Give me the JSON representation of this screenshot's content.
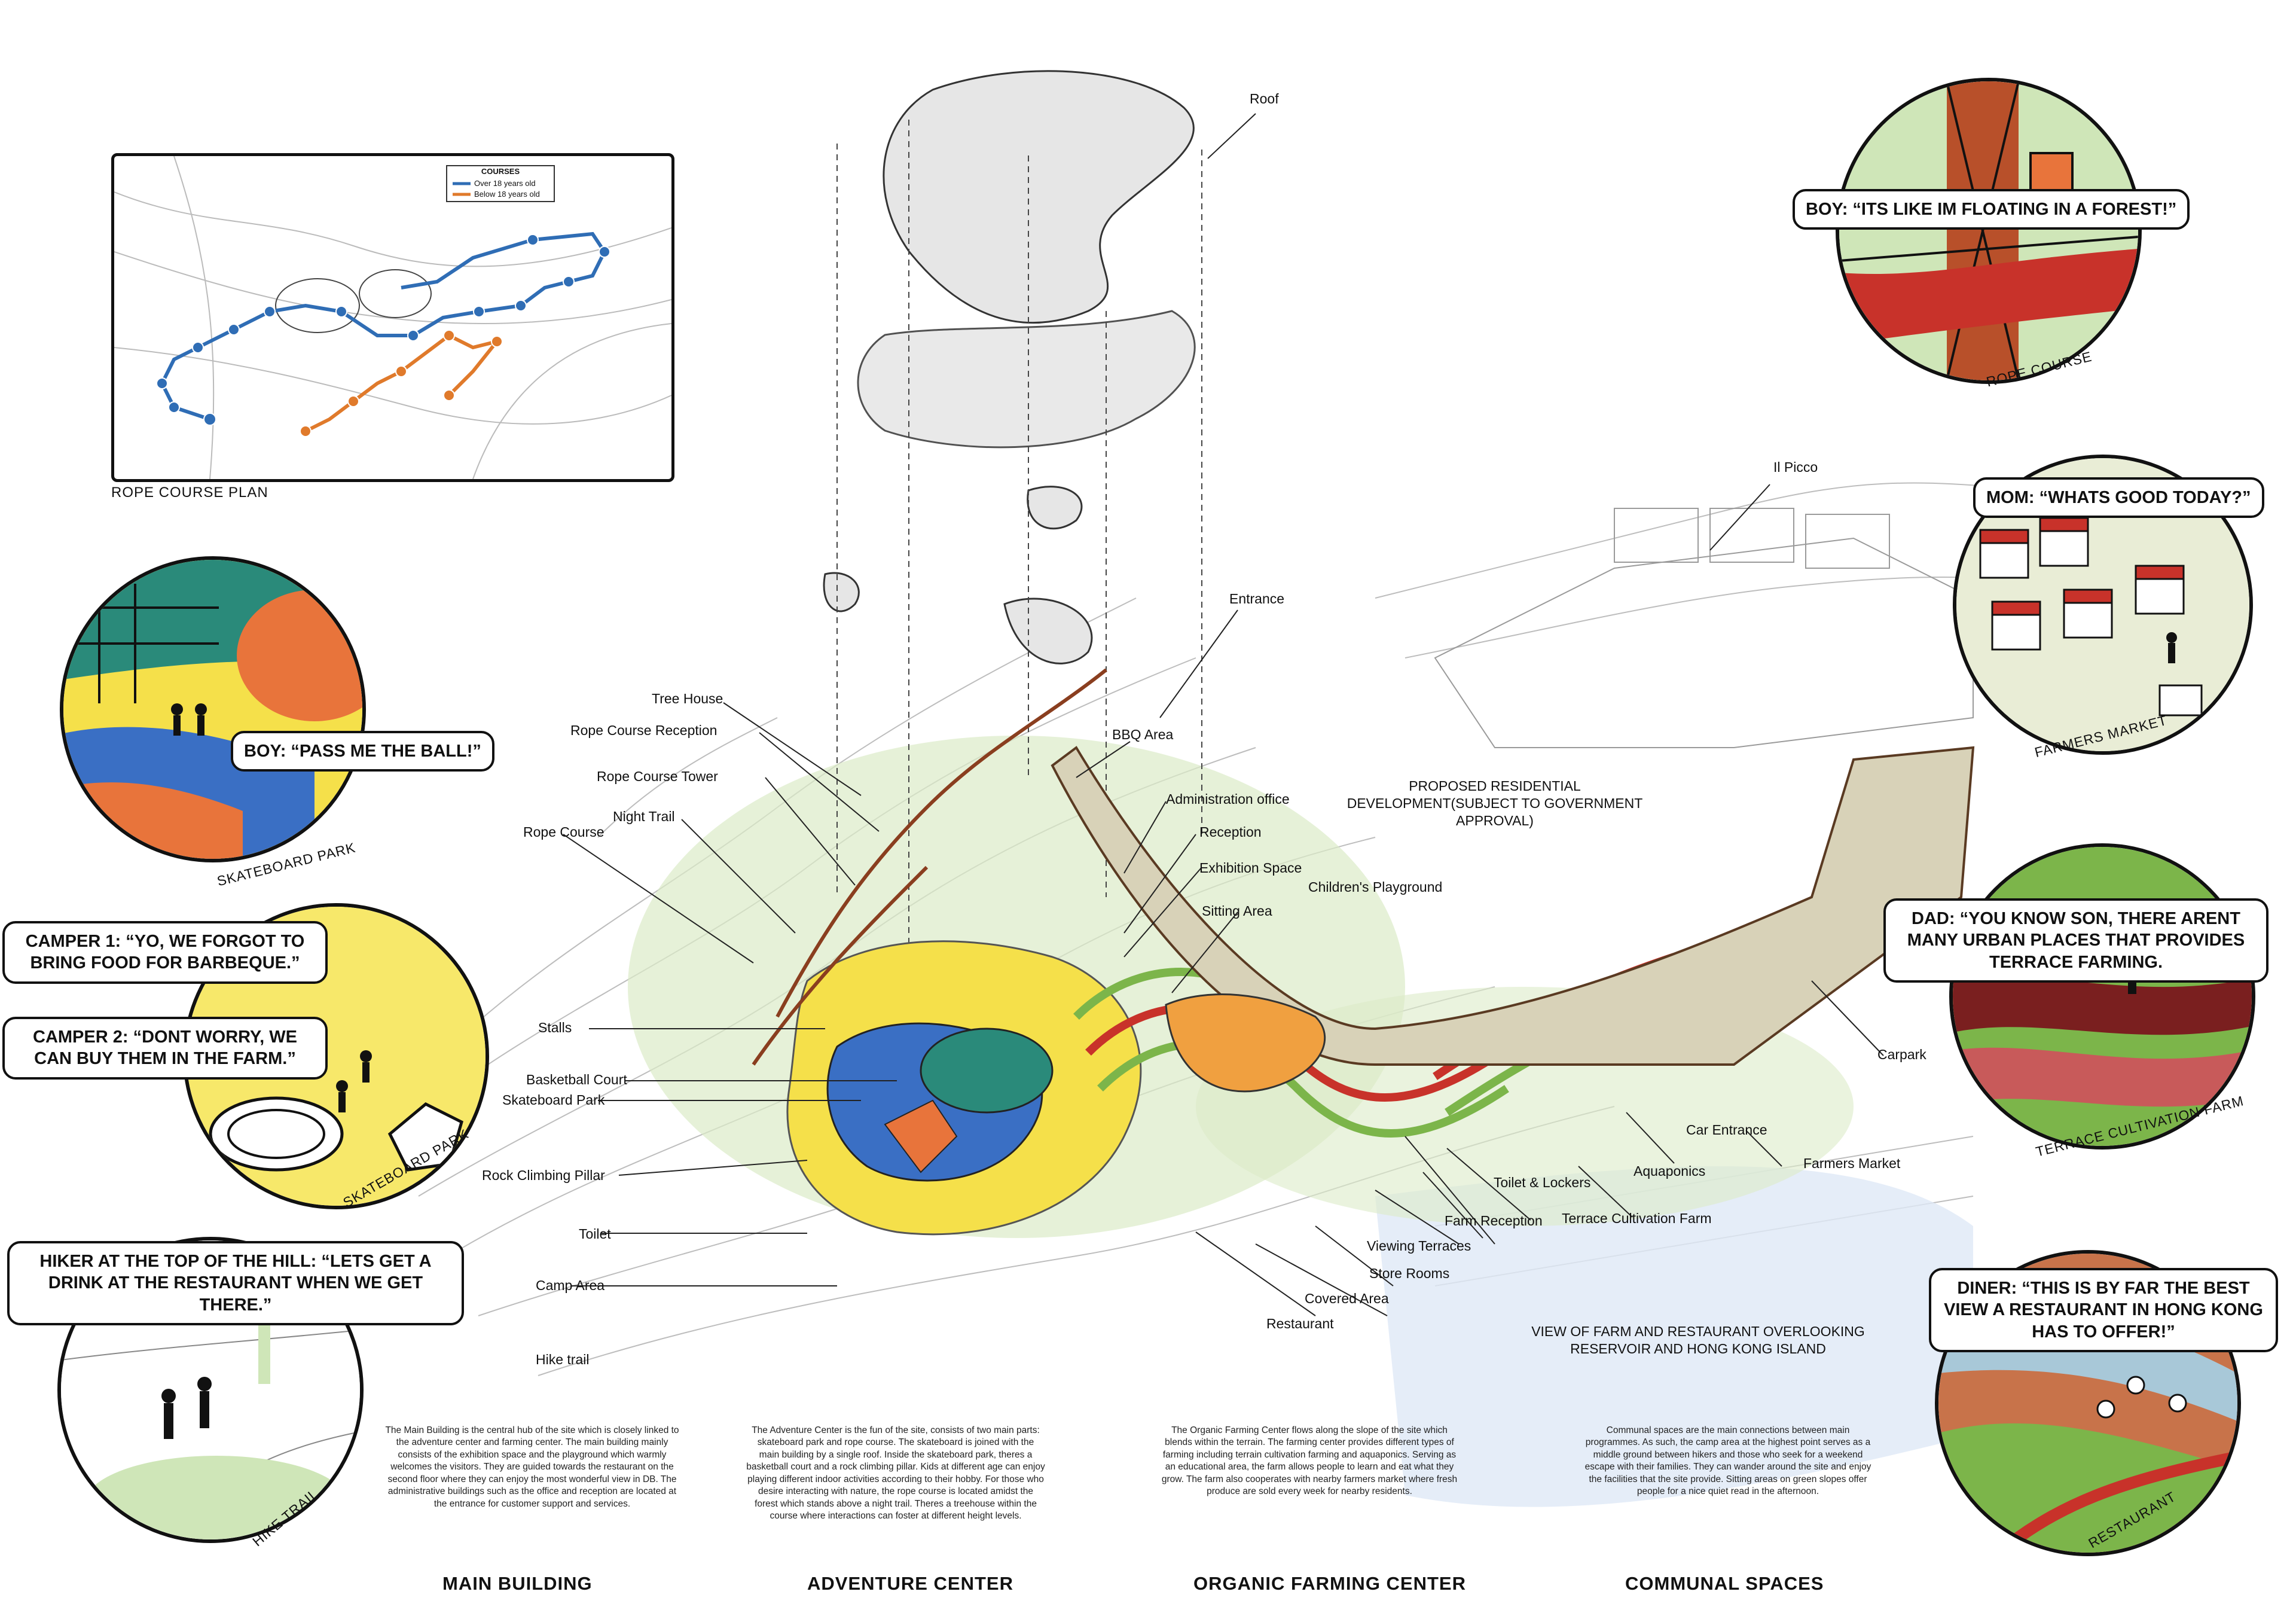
{
  "rope_course_plan": {
    "title": "ROPE COURSE PLAN",
    "legend_title": "COURSES",
    "legend_items": [
      "Over 18 years old",
      "Below 18 years old"
    ],
    "colors": {
      "over_18": "#2f6db5",
      "below_18": "#e07a2b"
    }
  },
  "callouts": {
    "roof": "Roof",
    "il_picco": "Il Picco",
    "entrance": "Entrance",
    "tree_house": "Tree House",
    "rope_course_reception": "Rope Course Reception",
    "bbq_area": "BBQ Area",
    "rope_course_tower": "Rope Course Tower",
    "administration_office": "Administration office",
    "night_trail": "Night Trail",
    "reception": "Reception",
    "rope_course": "Rope Course",
    "exhibition_space": "Exhibition Space",
    "childrens_playground": "Children's Playground",
    "sitting_area": "Sitting Area",
    "proposed_residential": "PROPOSED RESIDENTIAL DEVELOPMENT(SUBJECT TO GOVERNMENT APPROVAL)",
    "stalls": "Stalls",
    "basketball_court": "Basketball Court",
    "skateboard_park": "Skateboard Park",
    "carpark": "Carpark",
    "rock_climbing_pillar": "Rock Climbing Pillar",
    "car_entrance": "Car Entrance",
    "farmers_market": "Farmers Market",
    "aquaponics": "Aquaponics",
    "toilet_lockers": "Toilet & Lockers",
    "terrace_cultivation_farm": "Terrace Cultivation Farm",
    "farm_reception": "Farm Reception",
    "toilet": "Toilet",
    "viewing_terraces": "Viewing Terraces",
    "store_rooms": "Store Rooms",
    "camp_area": "Camp Area",
    "covered_area": "Covered Area",
    "restaurant": "Restaurant",
    "hike_trail": "Hike trail",
    "view_note": "VIEW OF FARM AND RESTAURANT OVERLOOKING RESERVOIR AND HONG KONG ISLAND"
  },
  "vignettes": {
    "skateboard_park_1": {
      "caption": "SKATEBOARD PARK",
      "quote": "BOY: “PASS ME THE BALL!”"
    },
    "skateboard_park_2": {
      "caption": "SKATEBOARD PARK",
      "quote1": "CAMPER 1: “YO, WE FORGOT TO BRING FOOD FOR BARBEQUE.”",
      "quote2": "CAMPER 2: “DONT WORRY, WE CAN BUY THEM IN THE FARM.”"
    },
    "hike_trail": {
      "caption": "HIKE TRAIL",
      "quote": "HIKER AT THE TOP OF THE HILL: “LETS GET A DRINK AT THE RESTAURANT WHEN WE GET THERE.”"
    },
    "rope_course": {
      "caption": "ROPE COURSE",
      "quote": "BOY: “ITS LIKE IM FLOATING IN A FOREST!”"
    },
    "farmers_market": {
      "caption": "FARMERS MARKET",
      "quote": "MOM: “WHATS GOOD TODAY?”"
    },
    "terrace_farm": {
      "caption": "TERRACE CULTIVATION FARM",
      "quote": "DAD: “YOU KNOW SON, THERE ARENT MANY URBAN PLACES THAT PROVIDES TERRACE FARMING."
    },
    "restaurant": {
      "caption": "RESTAURANT",
      "quote": "DINER: “THIS IS BY FAR THE BEST VIEW A RESTAURANT IN HONG KONG HAS TO OFFER!”"
    }
  },
  "sections": [
    {
      "heading": "MAIN BUILDING",
      "text": "The Main Building is the central hub of the site which is closely linked to the adventure center and farming center. The main building mainly consists of the exhibition space and the playground which warmly welcomes the visitors. They are guided towards the restaurant on the second floor where they can enjoy the most wonderful view in DB. The administrative buildings such as the office and reception are located at the entrance for customer support and services."
    },
    {
      "heading": "ADVENTURE CENTER",
      "text": "The Adventure Center is the fun of the site, consists of two main parts: skateboard park and rope course. The skateboard is joined with the main building by a single roof. Inside the skateboard park, theres a basketball court and a rock climbing pillar. Kids at different age can enjoy playing different indoor activities according to their hobby. For those who desire interacting with nature, the rope course is located amidst the forest which stands above a night trail. Theres a treehouse within the course where interactions can foster at different height levels."
    },
    {
      "heading": "ORGANIC FARMING CENTER",
      "text": "The Organic Farming Center flows along the slope of the site which blends within the terrain. The farming center provides different types of farming including terrain cultivation farming and aquaponics. Serving as an educational area, the farm allows people to learn and eat what they grow. The farm also cooperates with nearby farmers market where fresh produce are sold every week for nearby residents."
    },
    {
      "heading": "COMMUNAL SPACES",
      "text": "Communal spaces are the main connections between main programmes. As such, the camp area at the highest point serves as a middle ground between hikers and those who seek for a weekend escape with their families. They can wander around the site and enjoy the facilities that the site provide. Sitting areas on green slopes offer people for a nice quiet read in the afternoon."
    }
  ],
  "colors": {
    "yellow": "#f5e04a",
    "blue": "#3a6fc4",
    "green": "#7cb54a",
    "red": "#c8322a",
    "brown": "#6b3a1f",
    "teal": "#2a8a7a",
    "orange": "#e8743b",
    "light_green": "#cfe6b8"
  }
}
